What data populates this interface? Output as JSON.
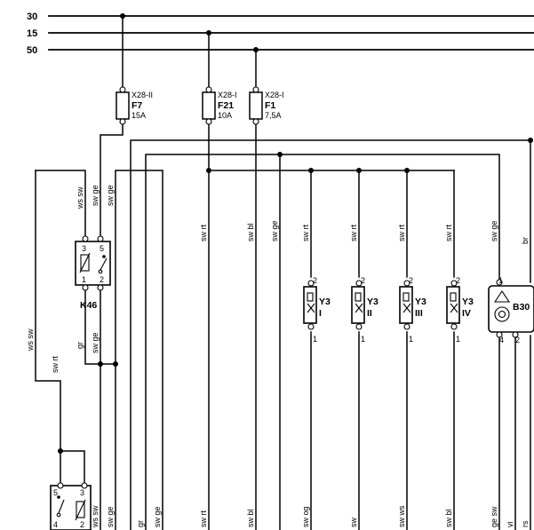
{
  "rails": [
    "30",
    "15",
    "50"
  ],
  "fuses": [
    {
      "connector": "X28-II",
      "name": "F7",
      "rating": "15A"
    },
    {
      "connector": "X28-I",
      "name": "F21",
      "rating": "10A"
    },
    {
      "connector": "X28-I",
      "name": "F1",
      "rating": "7,5A"
    }
  ],
  "relay": {
    "name": "K46",
    "pins": [
      "3",
      "1",
      "5",
      "2"
    ],
    "wires": [
      "ws sw",
      "sw ge",
      "sw ge"
    ]
  },
  "injectors": [
    {
      "name": "Y3",
      "cyl": "I"
    },
    {
      "name": "Y3",
      "cyl": "II"
    },
    {
      "name": "Y3",
      "cyl": "III"
    },
    {
      "name": "Y3",
      "cyl": "IV"
    }
  ],
  "injector_pins": [
    "2",
    "1"
  ],
  "sensor": {
    "name": "B30",
    "pins": [
      "1",
      "4",
      "2"
    ]
  },
  "upper_labels": [
    "sw rt",
    "sw bl",
    "sw ge",
    "sw rt",
    "sw rt",
    "sw rt",
    "sw rt",
    "sw ge",
    "br"
  ],
  "left_labels": [
    "ws sw",
    "sw rt",
    "gr",
    "sw ge"
  ],
  "bottom_labels": [
    "ws sw",
    "sw ge",
    "gr",
    "sw ge",
    "sw rt",
    "sw bl",
    "sw og",
    "sw",
    "sw ws",
    "sw bl",
    "ge sw",
    "vi",
    "rs"
  ],
  "small_relay_pins": [
    "5",
    "3",
    "4",
    "2"
  ]
}
